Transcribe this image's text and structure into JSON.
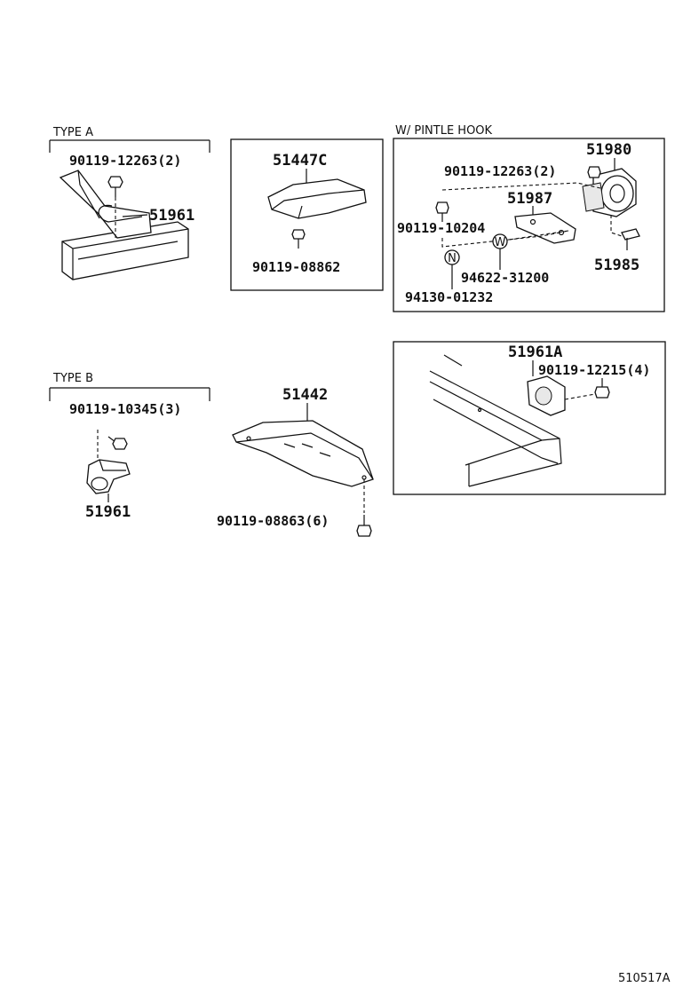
{
  "sections": {
    "type_a": "TYPE A",
    "type_b": "TYPE B",
    "pintle": "W/ PINTLE HOOK"
  },
  "parts": {
    "a_bolt": "90119-12263(2)",
    "a_hook": "51961",
    "guard_c": "51447C",
    "guard_c_bolt": "90119-08862",
    "pintle_hook": "51980",
    "pintle_bolt": "90119-12263(2)",
    "pintle_bracket": "51987",
    "pintle_bolt2": "90119-10204",
    "pintle_pin": "51985",
    "washer_code": "W",
    "washer": "94622-31200",
    "nut_code": "N",
    "nut": "94130-01232",
    "b_bolt": "90119-10345(3)",
    "b_hook": "51961",
    "guard": "51442",
    "guard_bolt": "90119-08863(6)",
    "rear_hook": "51961A",
    "rear_bolt": "90119-12215(4)"
  },
  "catalog_code": "510517A"
}
